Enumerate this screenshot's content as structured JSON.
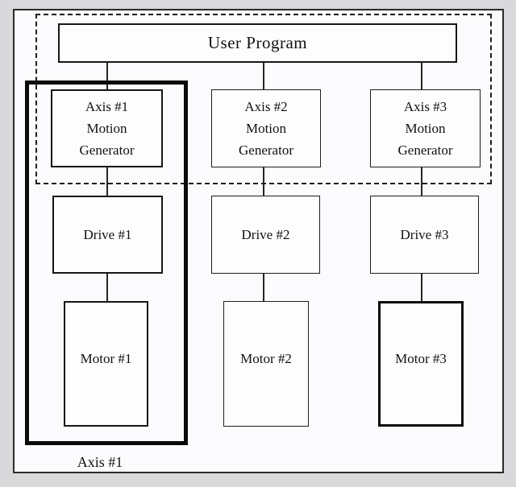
{
  "diagram": {
    "user_program_label": "User Program",
    "axis_group_label": "Axis #1",
    "columns": [
      {
        "motion_generator": [
          "Axis #1",
          "Motion",
          "Generator"
        ],
        "drive": "Drive #1",
        "motor": "Motor #1"
      },
      {
        "motion_generator": [
          "Axis #2",
          "Motion",
          "Generator"
        ],
        "drive": "Drive #2",
        "motor": "Motor #2"
      },
      {
        "motion_generator": [
          "Axis #3",
          "Motion",
          "Generator"
        ],
        "drive": "Drive #3",
        "motor": "Motor #3"
      }
    ],
    "colors": {
      "line": "#1e1e1e",
      "thick_outline": "#0a0a0a",
      "box_fill": "#fdfdfe",
      "canvas_fill": "#fbfafc",
      "page_margin": "#d9d8da"
    }
  }
}
